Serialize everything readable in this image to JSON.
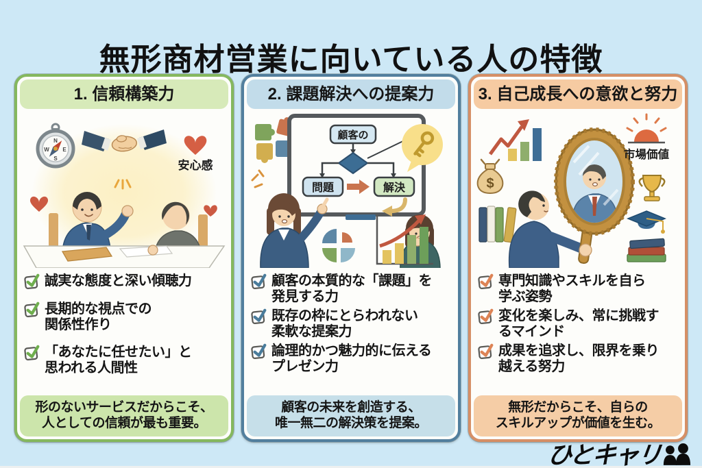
{
  "page": {
    "title": "無形商材営業に向いている人の特徴",
    "background_color": "#cde8f6"
  },
  "brand": {
    "logo_text": "ひとキャリ",
    "logo_icon": "two-people-icon"
  },
  "palette": {
    "card1_accent": "#85b85e",
    "card1_header_bg": "#d7eab9",
    "card1_footer_bg": "#cce5ab",
    "card1_check": "#6fae4e",
    "card2_accent": "#527f9e",
    "card2_header_bg": "#c2dcea",
    "card2_footer_bg": "#c6dfe9",
    "card2_check": "#4a7c9b",
    "card3_accent": "#d68f66",
    "card3_header_bg": "#f6cba2",
    "card3_footer_bg": "#f5cda6",
    "card3_check": "#dd8355"
  },
  "columns": [
    {
      "title": "1. 信頼構築力",
      "illustration": {
        "icons": [
          "compass-icon",
          "handshake-icon",
          "heart-icon",
          "meeting-people-illustration"
        ],
        "heart_label": "安心感",
        "compass": {
          "n": "N",
          "e": "E",
          "s": "S",
          "w": "W"
        }
      },
      "items": [
        {
          "lines": [
            "誠実な態度と深い傾聴力"
          ]
        },
        {
          "lines": [
            "長期的な視点での",
            "関係性作り"
          ]
        },
        {
          "lines": [
            "「あなたに任せたい」と",
            "思われる人間性"
          ]
        }
      ],
      "footer": [
        "形のないサービスだからこそ、",
        "人としての信頼が最も重要。"
      ]
    },
    {
      "title": "2. 課題解決への提案力",
      "illustration": {
        "icons": [
          "puzzle-icon",
          "whiteboard",
          "key-icon",
          "pie-chart-icon",
          "bar-chart-icon",
          "presenter-woman",
          "listener-woman"
        ],
        "flowchart": {
          "top": "顧客の",
          "left": "問題",
          "right": "解決"
        }
      },
      "items": [
        {
          "lines": [
            "顧客の本質的な「課題」を",
            "発見する力"
          ]
        },
        {
          "lines": [
            "既存の枠にとらわれない",
            "柔軟な提案力"
          ]
        },
        {
          "lines": [
            "論理的かつ魅力的に伝える",
            "プレゼン力"
          ]
        }
      ],
      "footer": [
        "顧客の未来を創造する、",
        "唯一無二の解決策を提案。"
      ]
    },
    {
      "title": "3. 自己成長への意欲と努力",
      "illustration": {
        "icons": [
          "growth-arrow-icon",
          "money-bag-icon",
          "books-icon",
          "man-with-mirror-illustration",
          "sun-icon",
          "trophy-icon",
          "graduation-cap-icon",
          "book-stack-icon"
        ],
        "sun_label": "市場価値",
        "money_symbol": "$"
      },
      "items": [
        {
          "lines": [
            "専門知識やスキルを自ら",
            "学ぶ姿勢"
          ]
        },
        {
          "lines": [
            "変化を楽しみ、常に挑戦す",
            "るマインド"
          ]
        },
        {
          "lines": [
            "成果を追求し、限界を乗り",
            "越える努力"
          ]
        }
      ],
      "footer": [
        "無形だからこそ、自らの",
        "スキルアップが価値を生む。"
      ]
    }
  ]
}
